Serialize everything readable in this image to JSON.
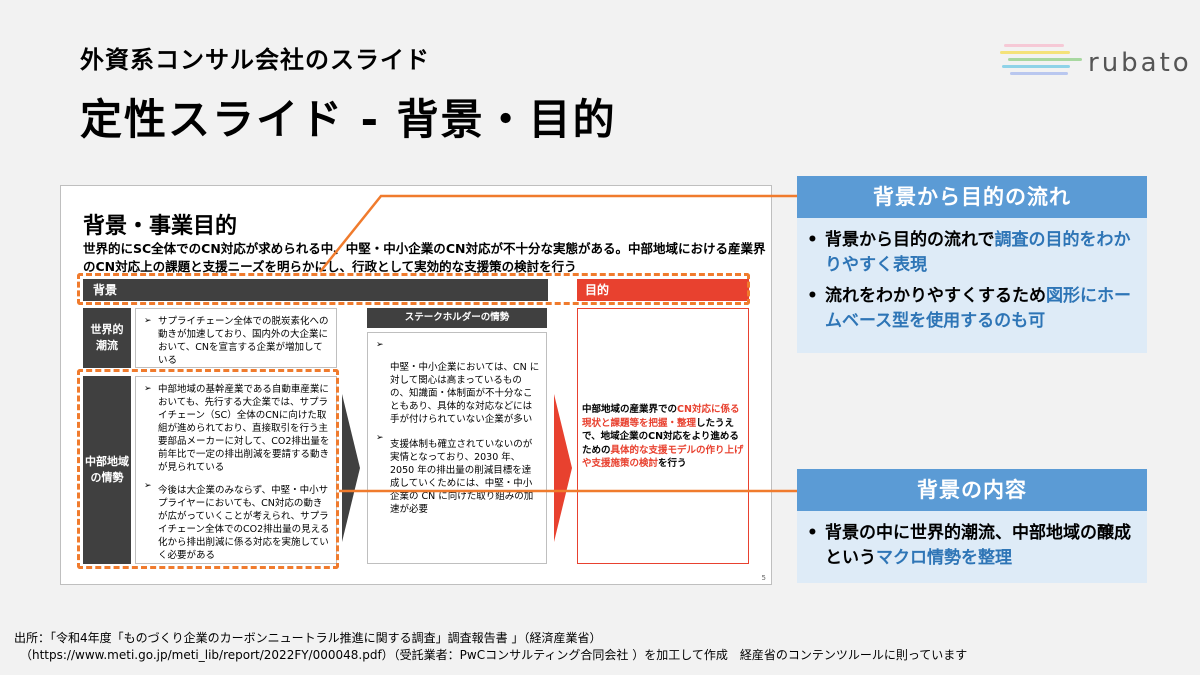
{
  "header": {
    "subtitle": "外資系コンサル会社のスライド",
    "title": "定性スライド - 背景・目的",
    "logo_text": "rubato"
  },
  "colors": {
    "accent_orange": "#f07b2d",
    "red": "#e8412f",
    "panel_blue": "#5b9bd5",
    "panel_bg": "#deebf7",
    "dark": "#404040"
  },
  "inner_slide": {
    "title": "背景・事業目的",
    "lead": "世界的にSC全体でのCN対応が求められる中、中堅・中小企業のCN対応が不十分な実態がある。中部地域における産業界のCN対応上の課題と支援ニーズを明らかにし、行政として実効的な支援策の検討を行う",
    "bar_background": "背景",
    "bar_objective": "目的",
    "label_world": "世界的\n潮流",
    "label_chubu": "中部地域\nの情勢",
    "box_world": "サプライチェーン全体での脱炭素化への動きが加速しており、国内外の大企業において、CNを宣言する企業が増加している",
    "box_chubu_1": "中部地域の基幹産業である自動車産業においても、先行する大企業では、サプライチェーン（SC）全体のCNに向けた取組が進められており、直接取引を行う主要部品メーカーに対して、CO2排出量を前年比で一定の排出削減を要請する動きが見られている",
    "box_chubu_2": "今後は大企業のみならず、中堅・中小サプライヤーにおいても、CN対応の動きが広がっていくことが考えられ、サプライチェーン全体でのCO2排出量の見える化から排出削減に係る対応を実施していく必要がある",
    "stakeholder_head": "ステークホルダーの情勢",
    "stakeholder_1": "中堅・中小企業においては、CN に対して関心は高まっているものの、知識面・体制面が不十分なこともあり、具体的な対応などには手が付けられていない企業が多い",
    "stakeholder_2": "支援体制も確立されていないのが実情となっており、2030 年、2050 年の排出量の削減目標を達成していくためには、中堅・中小企業の CN に向けた取り組みの加速が必要",
    "objective_parts": [
      "中部地域の産業界での",
      "CN対応に係る現状と課題等を把握・整理",
      "したうえで、地域企業のCN対応をより進めるための",
      "具体的な支援モデルの作り上げや支援施策の検討",
      "を行う"
    ],
    "page_number": "5"
  },
  "panel_flow": {
    "heading": "背景から目的の流れ",
    "item1_plain": "背景から目的の流れで",
    "item1_highlight": "調査の目的をわかりやすく表現",
    "item2_plain": "流れをわかりやすくするため",
    "item2_highlight": "図形にホームベース型を使用するのも可"
  },
  "panel_content": {
    "heading": "背景の内容",
    "item1_plain": "背景の中に世界的潮流、中部地域の醸成という",
    "item1_highlight": "マクロ情勢を整理"
  },
  "footer": {
    "line1": "出所：「令和4年度「ものづくり企業のカーボンニュートラル推進に関する調査」調査報告書 」（経済産業省）",
    "line2": "（https://www.meti.go.jp/meti_lib/report/2022FY/000048.pdf）（受託業者：PwCコンサルティング合同会社 ）を加工して作成　経産省のコンテンツルールに則っています"
  }
}
